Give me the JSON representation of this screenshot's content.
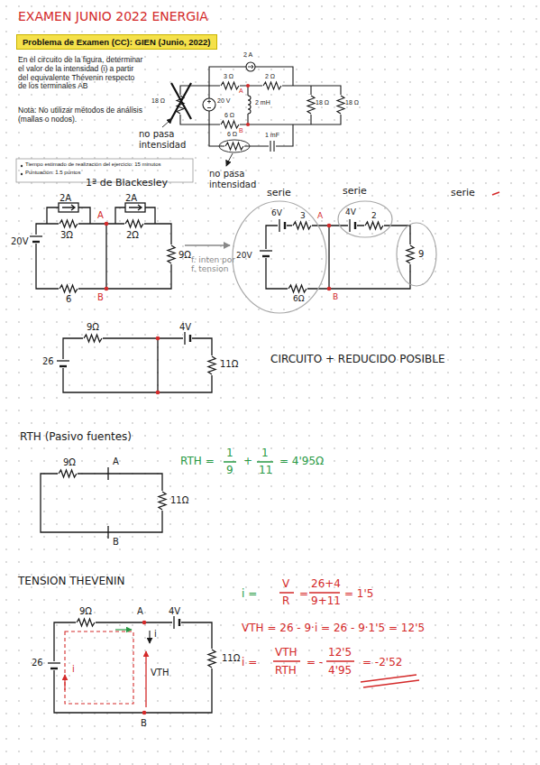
{
  "diagram": {
    "title": "EXAMEN JUNIO 2022 ENERGIA",
    "nodes": [
      {
        "text": [
          "Problema de Examen (CC): GIEN (Junio, 2022)"
        ]
      }
    ],
    "labels": [
      "En el circuito de la figura, determinar el valor de la intensidad (i) a partir del equivalente Thévenin respecto de los terminales AB",
      "Nota: No utilizar métodos de análisis (mallas o nodos).",
      "Tiempo estimado de realización del ejercicio: 15 minutos",
      "Puntuación: 1.5 puntos",
      "2 A",
      "3 Ω",
      "2 Ω",
      "18 Ω",
      "20 V",
      "2 mH",
      "18 Ω",
      "18 Ω",
      "6 Ω",
      "A",
      "B",
      "6 Ω",
      "1 mF",
      "no pasa intensidad",
      "no pasa intensidad",
      "1ª de Blackesley",
      "2A",
      "2A",
      "3Ω",
      "2Ω",
      "20V",
      "9Ω",
      "6",
      "A",
      "B",
      "f. inten por f. tension",
      "serie",
      "serie",
      "serie",
      "6V",
      "3",
      "4V",
      "2",
      "9",
      "20V",
      "6Ω",
      "A",
      "B",
      "9Ω",
      "4V",
      "26",
      "11Ω",
      "CIRCUITO + REDUCIDO POSIBLE",
      "RTH (Pasivo fuentes)",
      "9Ω",
      "A",
      "11Ω",
      "B",
      "RTH =",
      "1",
      "9",
      "+",
      "1",
      "11",
      "= 4'95Ω",
      "TENSION THEVENIN",
      "9Ω",
      "A",
      "4V",
      "26",
      "i",
      "i",
      "VTH",
      "11Ω",
      "B",
      "i =",
      "V",
      "R",
      "=",
      "26+4",
      "9+11",
      "= 1'5",
      "VTH = 26 - 9·i = 26 - 9·1'5 = 12'5",
      "i =",
      "VTH",
      "RTH",
      "= -",
      "12'5",
      "4'95",
      "= -2'52"
    ]
  }
}
